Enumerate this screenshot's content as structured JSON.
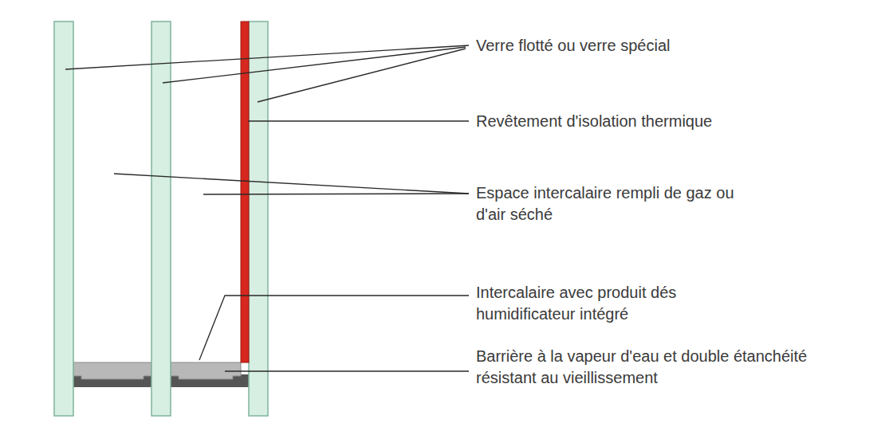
{
  "diagram": {
    "labels": [
      "Verre flotté ou verre spécial",
      "Revêtement d'isolation thermique",
      "Espace intercalaire rempli de gaz ou d'air séché",
      "Intercalaire avec produit dés humidificateur intégré",
      "Barrière à la vapeur d'eau et double étanchéité résistant au vieillissement"
    ]
  }
}
